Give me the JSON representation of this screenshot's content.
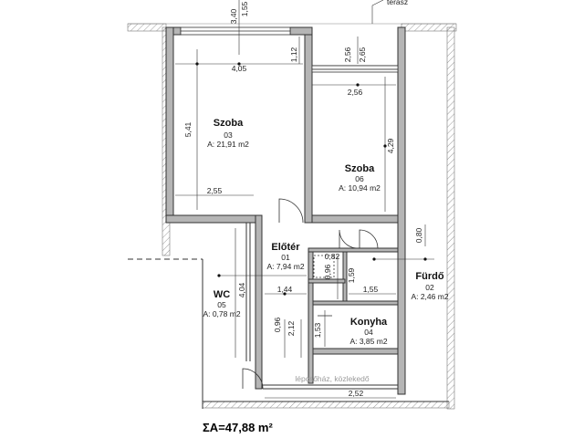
{
  "rooms": [
    {
      "name": "Szoba",
      "number": "03",
      "area": "A: 21,91 m2"
    },
    {
      "name": "Szoba",
      "number": "06",
      "area": "A: 10,94 m2"
    },
    {
      "name": "Előtér",
      "number": "01",
      "area": "A: 7,94 m2"
    },
    {
      "name": "Fürdő",
      "number": "02",
      "area": "A: 2,46 m2"
    },
    {
      "name": "WC",
      "number": "05",
      "area": "A: 0,78 m2"
    },
    {
      "name": "Konyha",
      "number": "04",
      "area": "A: 3,85 m2"
    }
  ],
  "dimensions": [
    "3,40",
    "1,55",
    "4,05",
    "1,12",
    "2,56",
    "2,65",
    "2,56",
    "5,41",
    "4,29",
    "2,55",
    "0,80",
    "0,82",
    "0,96",
    "1,59",
    "1,44",
    "1,55",
    "4,04",
    "0,96",
    "2,12",
    "1,53",
    "2,52"
  ],
  "labels": {
    "terrace": "terasz",
    "stairwell": "lépcsőház, közlekedő"
  },
  "total": "ΣA=47,88 m²",
  "colors": {
    "wall_fill": "#b5b5b5",
    "wall_stroke": "#333333",
    "hatch": "#aaaaaa",
    "gray_text": "#9a9a9a"
  }
}
